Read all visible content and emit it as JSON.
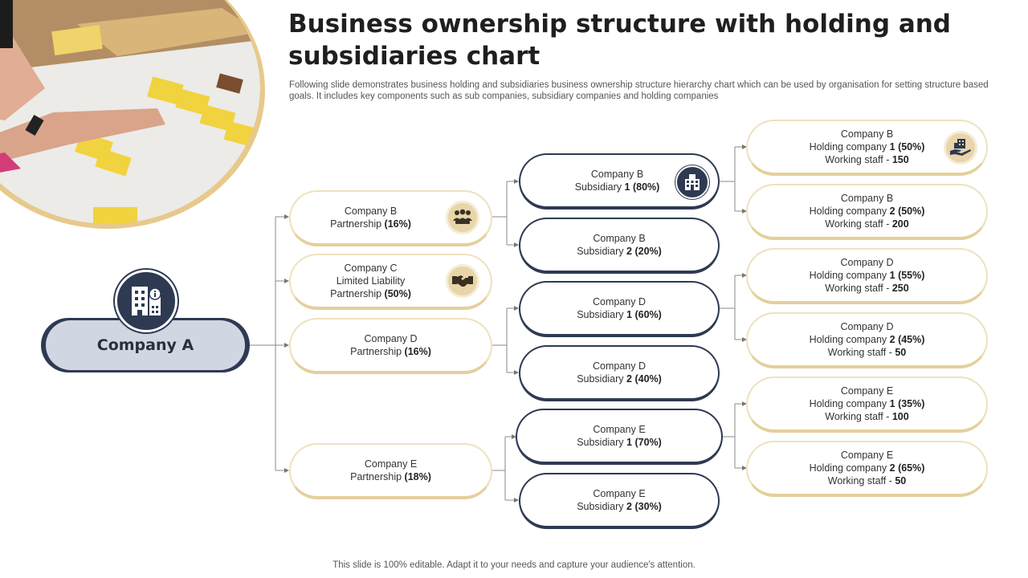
{
  "header": {
    "title": "Business ownership structure with holding and subsidiaries chart",
    "subtitle": "Following slide demonstrates business holding and subsidiaries business ownership structure hierarchy chart which can be used by organisation for setting structure based goals. It includes key components such as sub companies, subsidiary companies and holding companies"
  },
  "footer": {
    "text": "This slide is 100% editable. Adapt it to your needs and capture your audience's attention."
  },
  "colors": {
    "navy": "#2e3a52",
    "gold": "#e5cf9b",
    "root_fill": "#d1d7e2"
  },
  "root": {
    "label": "Company A",
    "icon": "office-building-icon"
  },
  "partnerships": [
    {
      "l1": "Company B",
      "l2a": "Partnership ",
      "l2b": "(16%)",
      "l3a": "",
      "l3b": "",
      "icon": "team-icon"
    },
    {
      "l1": "Company C",
      "l2a": "Limited Liability",
      "l2b": "",
      "l3a": "Partnership ",
      "l3b": "(50%)",
      "icon": "handshake-icon"
    },
    {
      "l1": "Company D",
      "l2a": "Partnership ",
      "l2b": "(16%)",
      "l3a": "",
      "l3b": ""
    },
    {
      "l1": "Company E",
      "l2a": "Partnership ",
      "l2b": "(18%)",
      "l3a": "",
      "l3b": ""
    }
  ],
  "subsidiaries": [
    {
      "l1": "Company B",
      "l2a": "Subsidiary ",
      "l2b": "1 (80%)",
      "icon": "company-building-icon"
    },
    {
      "l1": "Company B",
      "l2a": "Subsidiary ",
      "l2b": "2 (20%)"
    },
    {
      "l1": "Company D",
      "l2a": "Subsidiary ",
      "l2b": "1 (60%)"
    },
    {
      "l1": "Company D",
      "l2a": "Subsidiary ",
      "l2b": "2 (40%)"
    },
    {
      "l1": "Company E",
      "l2a": "Subsidiary ",
      "l2b": "1 (70%)"
    },
    {
      "l1": "Company E",
      "l2a": "Subsidiary ",
      "l2b": "2 (30%)"
    }
  ],
  "holdings": [
    {
      "l1": "Company B",
      "l2a": "Holding company ",
      "l2b": "1 (50%)",
      "l3a": "Working staff - ",
      "l3b": "150",
      "icon": "hand-building-icon"
    },
    {
      "l1": "Company B",
      "l2a": "Holding company ",
      "l2b": "2 (50%)",
      "l3a": "Working staff - ",
      "l3b": "200"
    },
    {
      "l1": "Company D",
      "l2a": "Holding company ",
      "l2b": "1 (55%)",
      "l3a": "Working staff - ",
      "l3b": "250"
    },
    {
      "l1": "Company D",
      "l2a": "Holding company ",
      "l2b": "2 (45%)",
      "l3a": "Working staff - ",
      "l3b": "50"
    },
    {
      "l1": "Company E",
      "l2a": "Holding company ",
      "l2b": "1 (35%)",
      "l3a": "Working staff - ",
      "l3b": "100"
    },
    {
      "l1": "Company E",
      "l2a": "Holding company ",
      "l2b": "2 (65%)",
      "l3a": "Working staff - ",
      "l3b": "50"
    }
  ]
}
